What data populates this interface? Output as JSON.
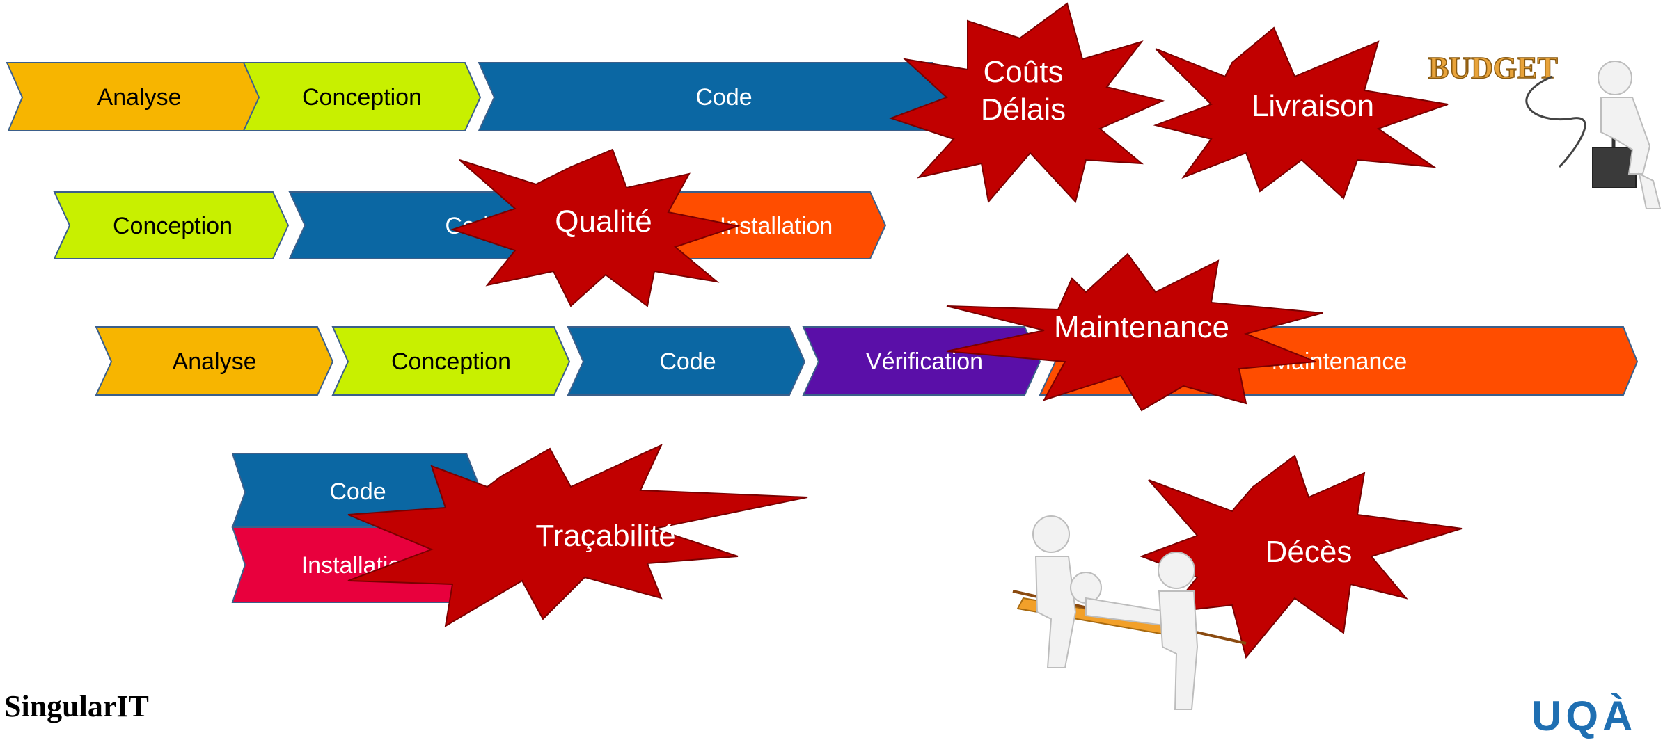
{
  "colors": {
    "analyse": "#f7b500",
    "conception": "#c8f000",
    "code": "#0b67a3",
    "installation": "#ff4d00",
    "verification": "#5a0fa8",
    "installation_red": "#e8003d",
    "burst": "#c10000",
    "burst_stroke": "#7a0000"
  },
  "rows": [
    {
      "id": "row1",
      "steps": [
        "Analyse",
        "Conception",
        "Code"
      ]
    },
    {
      "id": "row2",
      "steps": [
        "Conception",
        "Code",
        "Installation"
      ]
    },
    {
      "id": "row3",
      "steps": [
        "Analyse",
        "Conception",
        "Code",
        "Vérification",
        "Maintenance"
      ]
    },
    {
      "id": "row4",
      "steps": [
        "Code",
        "Installation"
      ]
    }
  ],
  "bursts": [
    {
      "id": "couts-delais",
      "lines": [
        "Coûts",
        "Délais"
      ]
    },
    {
      "id": "livraison",
      "lines": [
        "Livraison"
      ]
    },
    {
      "id": "qualite",
      "lines": [
        "Qualité"
      ]
    },
    {
      "id": "maintenance",
      "lines": [
        "Maintenance"
      ]
    },
    {
      "id": "tracabilite",
      "lines": [
        "Traçabilité"
      ]
    },
    {
      "id": "deces",
      "lines": [
        "Décès"
      ]
    }
  ],
  "illustrations": {
    "budget_sign": "BUDGET"
  },
  "footer": {
    "left_text": "SingularIT",
    "logo": "UQÀ"
  }
}
